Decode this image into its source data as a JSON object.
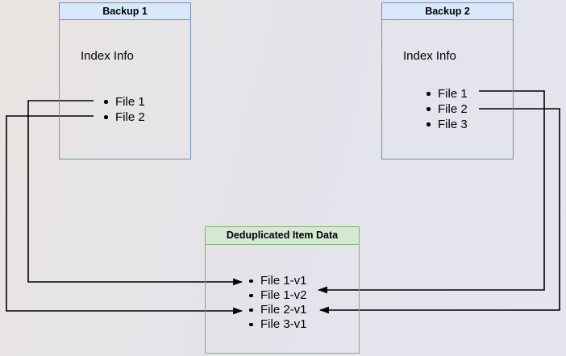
{
  "diagram": {
    "background_from": "#e9e5e1",
    "background_to": "#e5e5f0",
    "line_color": "#000000"
  },
  "colors": {
    "blue_header_fill": "#dae8fc",
    "blue_border": "#6c8ebf",
    "green_header_fill": "#d5e8d4",
    "green_border": "#82b366"
  },
  "backup1": {
    "title": "Backup 1",
    "subtitle": "Index Info",
    "items": [
      "File 1",
      "File 2"
    ]
  },
  "backup2": {
    "title": "Backup 2",
    "subtitle": "Index Info",
    "items": [
      "File 1",
      "File 2",
      "File 3"
    ]
  },
  "dedup": {
    "title": "Deduplicated Item Data",
    "items": [
      "File 1-v1",
      "File 1-v2",
      "File 2-v1",
      "File 3-v1"
    ]
  },
  "arrows": [
    {
      "from": "Backup 1 / File 1",
      "to": "File 1-v1"
    },
    {
      "from": "Backup 1 / File 2",
      "to": "File 2-v1"
    },
    {
      "from": "Backup 2 / File 1",
      "to": "File 1-v2"
    },
    {
      "from": "Backup 2 / File 2",
      "to": "File 2-v1"
    }
  ]
}
